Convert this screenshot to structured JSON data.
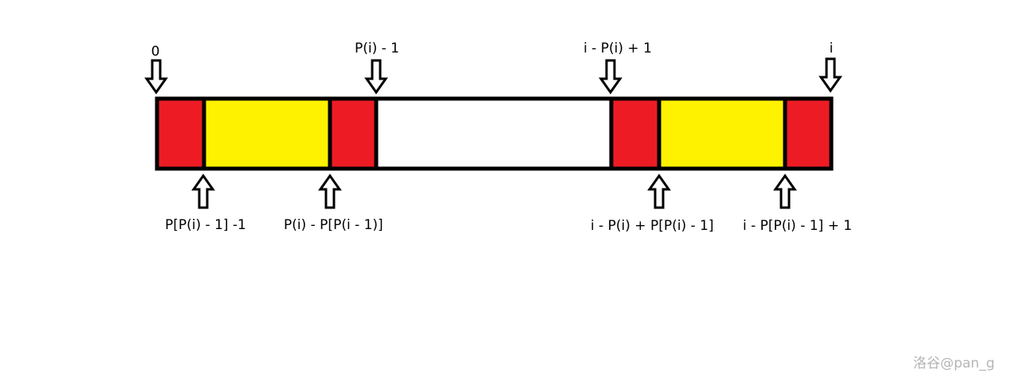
{
  "diagram": {
    "colors": {
      "red": "#ed1c24",
      "yellow": "#fff200",
      "white": "#ffffff",
      "outline": "#000000"
    },
    "top_labels": {
      "start": "0",
      "left_end": "P(i) - 1",
      "right_start": "i - P(i) + 1",
      "end": "i"
    },
    "bottom_labels": {
      "left_inner_start": "P[P(i) - 1] -1",
      "left_inner_end": "P(i) - P[P(i - 1)]",
      "right_inner_start": "i - P(i) + P[P(i) - 1]",
      "right_inner_end": "i - P[P(i) - 1] + 1"
    }
  },
  "watermark": "洛谷@pan_g"
}
